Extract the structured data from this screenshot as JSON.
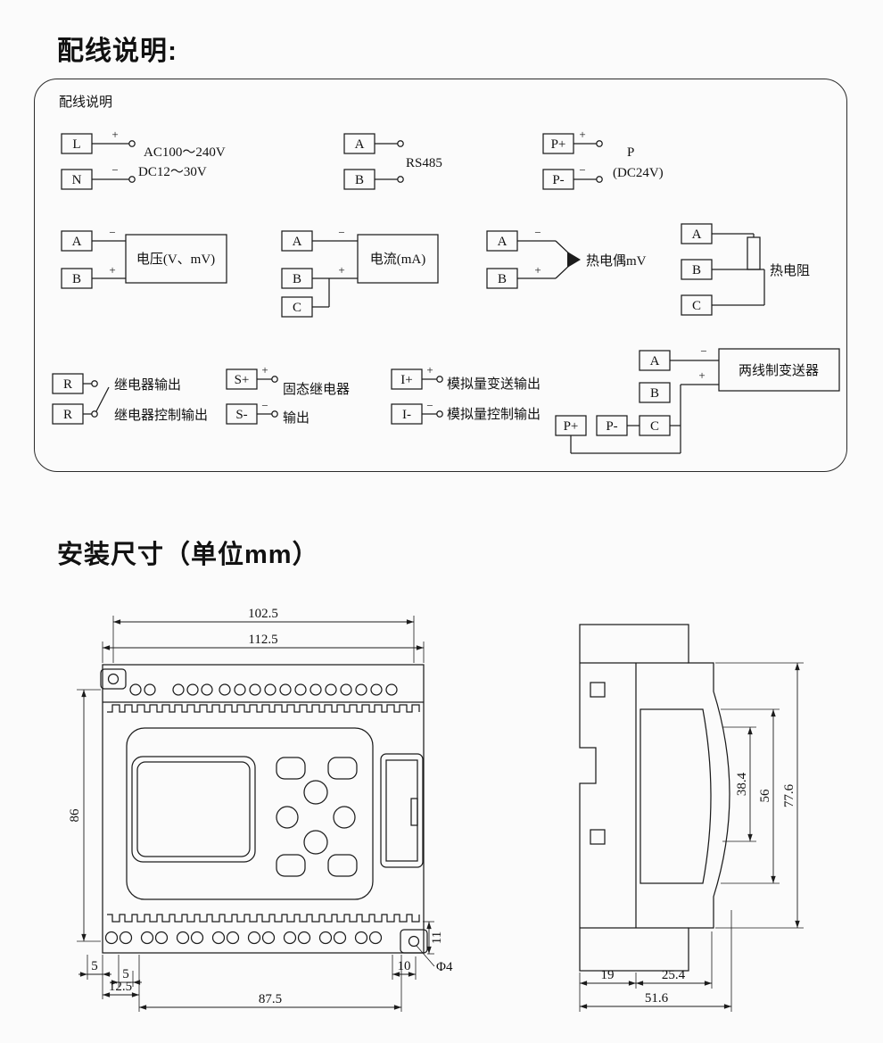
{
  "headings": {
    "wiring": "配线说明:",
    "dimensions": "安装尺寸（单位mm）"
  },
  "sym": {
    "plus": "+",
    "minus": "−"
  },
  "wiring": {
    "title": "配线说明",
    "power": {
      "l": "L",
      "n": "N",
      "ac": "AC100～240V",
      "dc": "DC12～30V"
    },
    "rs485": {
      "a": "A",
      "b": "B",
      "label": "RS485"
    },
    "aux": {
      "pp": "P+",
      "pm": "P-",
      "p": "P",
      "dc24": "(DC24V)"
    },
    "voltage": {
      "a": "A",
      "b": "B",
      "label": "电压(V、mV)"
    },
    "current": {
      "a": "A",
      "b": "B",
      "c": "C",
      "label": "电流(mA)"
    },
    "thermocouple": {
      "a": "A",
      "b": "B",
      "label": "热电偶mV"
    },
    "rtd": {
      "a": "A",
      "b": "B",
      "c": "C",
      "label": "热电阻"
    },
    "relay": {
      "r1": "R",
      "r2": "R",
      "l1": "继电器输出",
      "l2": "继电器控制输出"
    },
    "ssr": {
      "sp": "S+",
      "sm": "S-",
      "l1": "固态继电器",
      "l2": "输出"
    },
    "analog": {
      "ip": "I+",
      "im": "I-",
      "l1": "模拟量变送输出",
      "l2": "模拟量控制输出"
    },
    "transmitter": {
      "a": "A",
      "b": "B",
      "c": "C",
      "pp": "P+",
      "pm": "P-",
      "label": "两线制变送器"
    }
  },
  "dimensions": {
    "front": {
      "width_holes": "102.5",
      "width_total": "112.5",
      "height": "86",
      "left_5a": "5",
      "left_5b": "5",
      "left_12_5": "12.5",
      "bottom_87_5": "87.5",
      "right_10": "10",
      "right_11": "11",
      "hole_dia": "Φ4"
    },
    "side": {
      "inner_38_4": "38.4",
      "mid_56": "56",
      "height_77_6": "77.6",
      "depth_19": "19",
      "depth_25_4": "25.4",
      "depth_51_6": "51.6"
    }
  }
}
